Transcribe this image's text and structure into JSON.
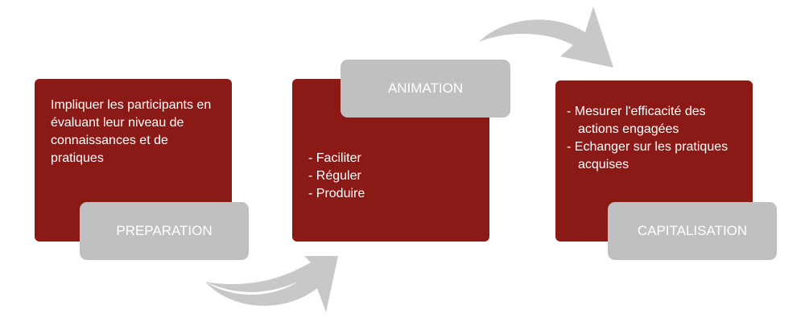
{
  "preparation": {
    "label": "PREPARATION",
    "text": "Impliquer les participants en évaluant leur niveau de connaissances et de pratiques"
  },
  "animation": {
    "label": "ANIMATION",
    "items": [
      "Faciliter",
      "Réguler",
      "Produire"
    ]
  },
  "capitalisation": {
    "label": "CAPITALISATION",
    "items": [
      "Mesurer l'efficacité des actions engagées",
      "Echanger sur les pratiques acquises"
    ]
  },
  "colors": {
    "box": "#8b1a17",
    "label": "#c0c0c0",
    "arrow": "#c8c8c8"
  }
}
